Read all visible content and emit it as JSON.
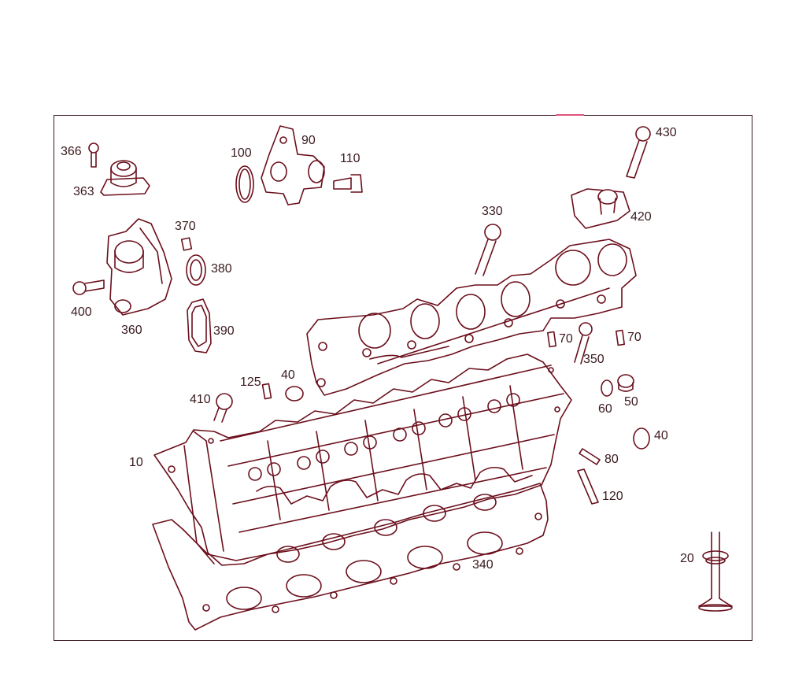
{
  "accent_color": "#e0527a",
  "stroke_color": "#6b0f1c",
  "labels": {
    "l366": "366",
    "l363": "363",
    "l100": "100",
    "l90": "90",
    "l110": "110",
    "l430": "430",
    "l420": "420",
    "l330": "330",
    "l370": "370",
    "l380": "380",
    "l400": "400",
    "l360": "360",
    "l390": "390",
    "l70a": "70",
    "l70b": "70",
    "l350": "350",
    "l125": "125",
    "l40a": "40",
    "l410": "410",
    "l60": "60",
    "l50": "50",
    "l40b": "40",
    "l10": "10",
    "l80": "80",
    "l120": "120",
    "l340": "340",
    "l20": "20"
  }
}
